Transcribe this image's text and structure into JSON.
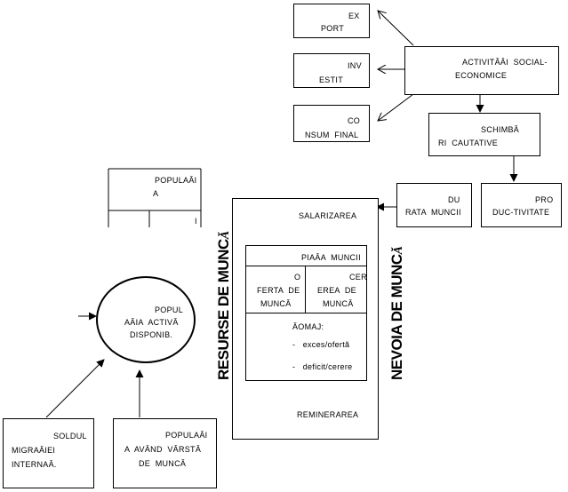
{
  "diagram": {
    "export": {
      "line1": "EX",
      "line2": "PORT"
    },
    "invest": {
      "line1": "INV",
      "line2": "ESTIT"
    },
    "consum": {
      "line1": "CO",
      "line2": "NSUM  FINAL"
    },
    "activitati": {
      "line1": "ACTIVITĂĂI  SOCIAL-",
      "line2": "ECONOMICE"
    },
    "schimbari": {
      "line1": "SCHIMBĂ",
      "line2": "RI  CAUTATIVE"
    },
    "durata": {
      "line1": "DU",
      "line2": "RATA  MUNCII"
    },
    "productivitate": {
      "line1": "PRO",
      "line2": "DUC-TIVITATE"
    },
    "populatia": {
      "line1": "POPULAĂI",
      "line2": "A",
      "mark": "I"
    },
    "popul_activa": {
      "line1": "POPUL",
      "line2": "AĂIA  ACTIVĂ",
      "line3": "DISPONIB."
    },
    "soldul": {
      "line1": "SOLDUL",
      "line2": "MIGRAĂIEI",
      "line3": "INTERNAĂ."
    },
    "varsta": {
      "line1": "POPULAĂI",
      "line2": "A  AVÂND  VÂRSTĂ",
      "line3": "DE  MUNCĂ"
    },
    "market": {
      "salarizarea": "SALARIZAREA",
      "piata": "PIAĂA  MUNCII",
      "oferta": {
        "line1": "O",
        "line2": "FERTA  DE",
        "line3": "MUNCĂ"
      },
      "cererea": {
        "line1": "CER",
        "line2": "EREA  DE",
        "line3": "MUNCĂ"
      },
      "somaj": "ĂOMAJ:",
      "exces": "-   exces/ofertă",
      "deficit": "-   deficit/cerere",
      "remunerarea": "REMINERAREA"
    },
    "resurse": {
      "main": "RESURSE DE MUNC",
      "suffix": "Ă"
    },
    "nevoia": {
      "main": "NEVOIA DE MUNC",
      "suffix": "Ă"
    }
  }
}
